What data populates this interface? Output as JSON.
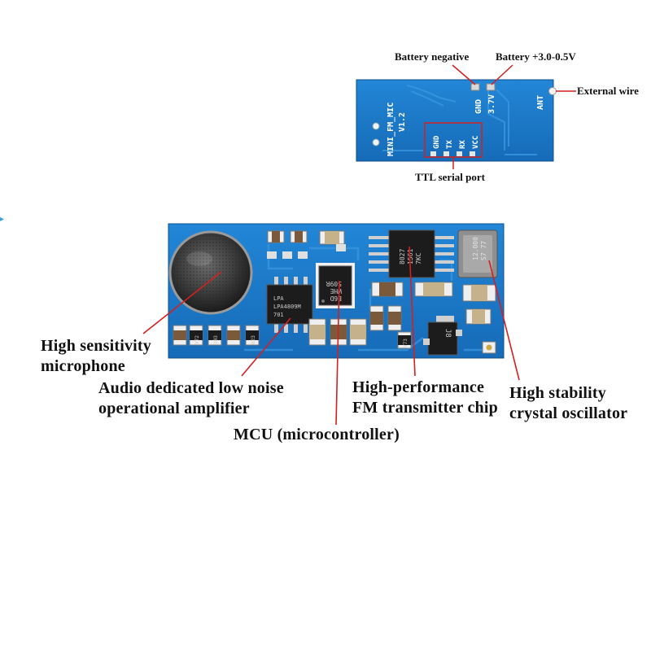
{
  "diagram": {
    "top_board": {
      "silkscreen": {
        "model": "MINI_FM_MIC",
        "version": "V1.2",
        "pad_gnd": "GND",
        "pad_power": "3.7V",
        "pad_ant": "ANT",
        "port_pins": [
          "GND",
          "TX",
          "RX",
          "VCC"
        ]
      }
    },
    "bottom_board": {
      "chip_markings": {
        "opamp": [
          "LPA",
          "LPA4809M",
          "701"
        ],
        "mcu": [
          "509R",
          "WHE",
          "E6D"
        ],
        "fm_chip": [
          "8027",
          "1561",
          "7KC"
        ],
        "crystal": [
          "12.000",
          "S7 77"
        ],
        "smd": [
          "V72",
          "103",
          "623",
          "V73",
          "J8"
        ]
      }
    },
    "labels": {
      "battery_negative": "Battery negative",
      "battery_positive": "Battery +3.0-0.5V",
      "external_wire": "External wire",
      "ttl_serial_port": "TTL serial port",
      "microphone": [
        "High sensitivity",
        "microphone"
      ],
      "amplifier": [
        "Audio dedicated low noise",
        "operational amplifier"
      ],
      "mcu": "MCU (microcontroller)",
      "fm_chip": [
        "High-performance",
        "FM transmitter chip"
      ],
      "oscillator": [
        "High stability",
        "crystal oscillator"
      ]
    },
    "colors": {
      "pcb": "#1b78c8",
      "pcb_dark": "#0f5ea6",
      "annotation": "#d42020",
      "chip": "#1c1c1c"
    }
  }
}
